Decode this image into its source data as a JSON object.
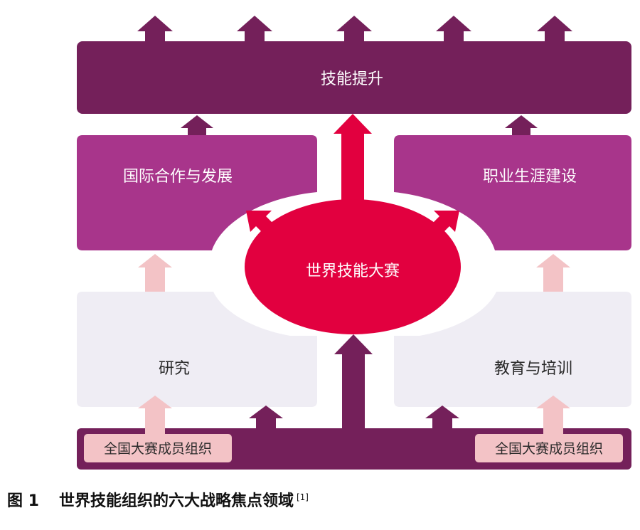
{
  "diagram": {
    "top_box": "技能提升",
    "left_upper_box": "国际合作与发展",
    "right_upper_box": "职业生涯建设",
    "center_ellipse": "世界技能大赛",
    "left_lower_box": "研究",
    "right_lower_box": "教育与培训",
    "bottom_left_tag": "全国大赛成员组织",
    "bottom_right_tag": "全国大赛成员组织"
  },
  "colors": {
    "dark_purple": "#74205a",
    "magenta": "#a8358b",
    "red": "#e2003f",
    "lavender": "#efedf4",
    "pink": "#f3c3c6"
  },
  "caption": {
    "figure_number": "图 1",
    "title": "世界技能组织的六大战略焦点领域",
    "reference": "[1]"
  }
}
